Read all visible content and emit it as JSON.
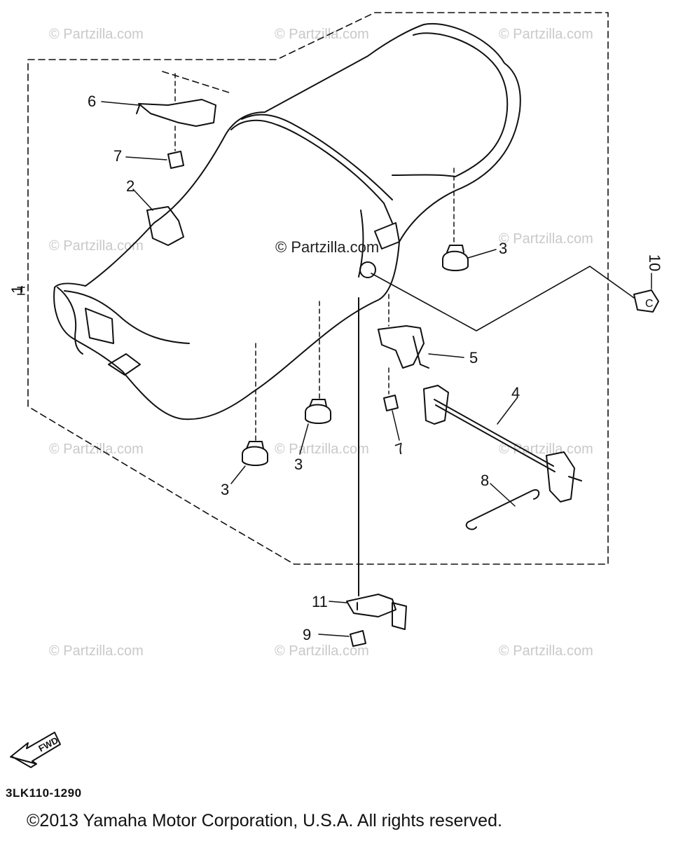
{
  "watermark": "© Partzilla.com",
  "center_watermark": "© Partzilla.com",
  "callouts": {
    "c1": "1",
    "c2": "2",
    "c3a": "3",
    "c3b": "3",
    "c3c": "3",
    "c4": "4",
    "c5": "5",
    "c6": "6",
    "c7a": "7",
    "c7b": "7",
    "c8": "8",
    "c9": "9",
    "c10": "10",
    "c11": "11"
  },
  "fwd_label": "FWD",
  "diagram_code": "3LK110-1290",
  "copyright": "©2013 Yamaha Motor Corporation, U.S.A. All rights reserved."
}
